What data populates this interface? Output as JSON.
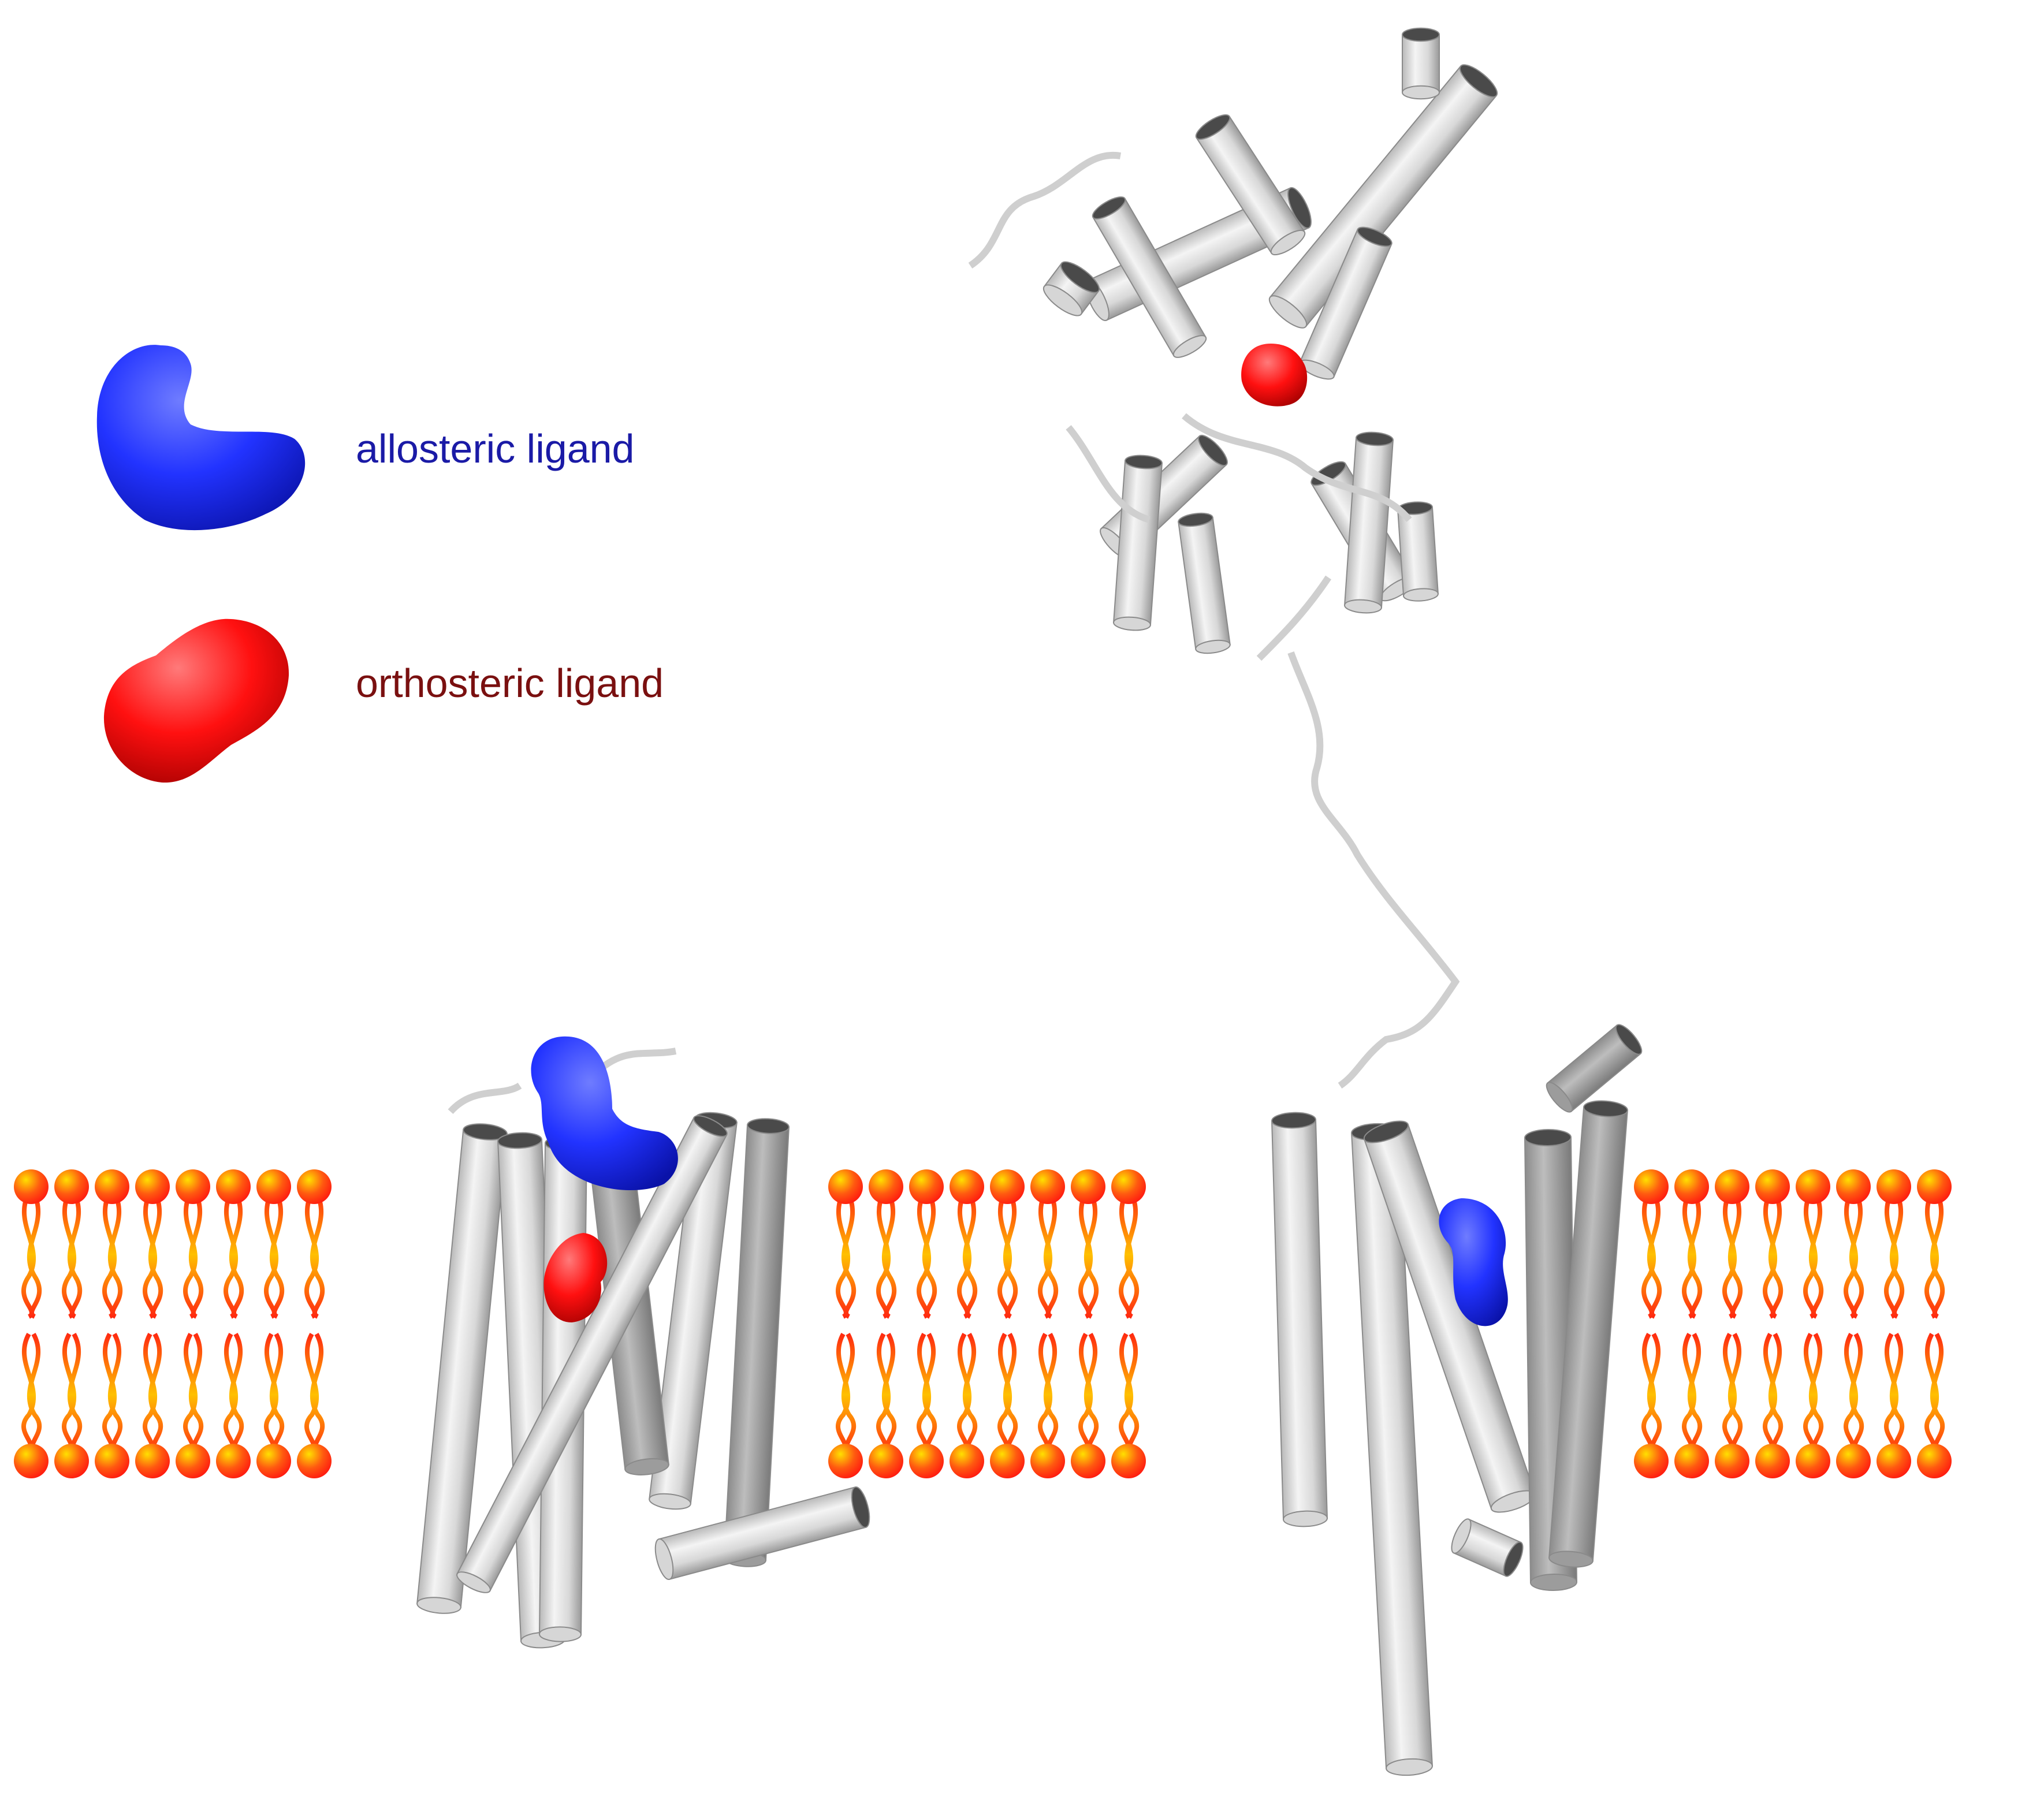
{
  "legend": {
    "allosteric": {
      "label": "allosteric ligand",
      "color": "#1a1aa6",
      "shape_color": "#1f2cf0"
    },
    "orthosteric": {
      "label": "orthosteric ligand",
      "color": "#7a1010",
      "shape_color": "#f01414"
    }
  },
  "colors": {
    "helix_light": "#e6e6e6",
    "helix_dark": "#a8a8a8",
    "lipid_head": "#ff3a10",
    "lipid_tail": "#ffb000"
  },
  "icons": [
    "allosteric-ligand-icon",
    "orthosteric-ligand-icon",
    "lipid-bilayer",
    "gpcr-class-a",
    "gpcr-class-c"
  ]
}
